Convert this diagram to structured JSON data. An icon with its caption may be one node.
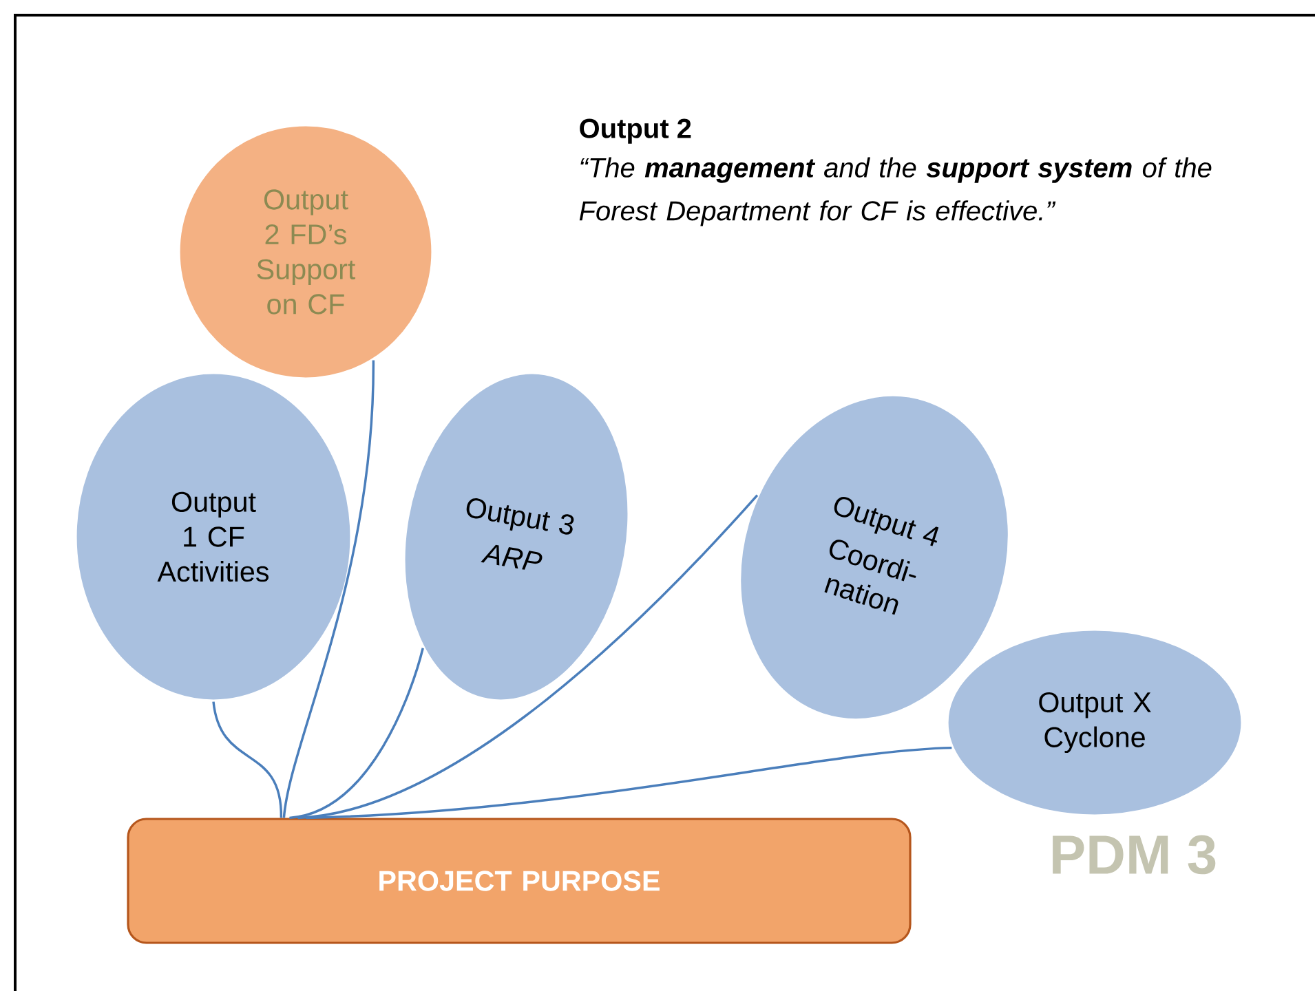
{
  "diagram": {
    "nodes": [
      {
        "text": [
          "Output 2 FD’s Support on CF"
        ]
      },
      {
        "text": [
          "Output 1 CF Activities"
        ]
      },
      {
        "text": [
          "Output 3",
          "ARP"
        ]
      },
      {
        "text": [
          "Output 4",
          "Coordi- nation"
        ]
      },
      {
        "text": [
          "Output X Cyclone"
        ]
      },
      {
        "text": [
          "PROJECT PURPOSE"
        ]
      }
    ],
    "edges": [
      {
        "from": 1,
        "to": 5,
        "arrow": "none"
      },
      {
        "from": 0,
        "to": 5,
        "arrow": "none"
      },
      {
        "from": 2,
        "to": 5,
        "arrow": "none"
      },
      {
        "from": 3,
        "to": 5,
        "arrow": "none"
      },
      {
        "from": 4,
        "to": 5,
        "arrow": "none"
      }
    ],
    "labels": [
      "Output 2",
      "“The **management** and the **support system** of the Forest Department for CF is effective.”",
      "PDM 3"
    ]
  }
}
